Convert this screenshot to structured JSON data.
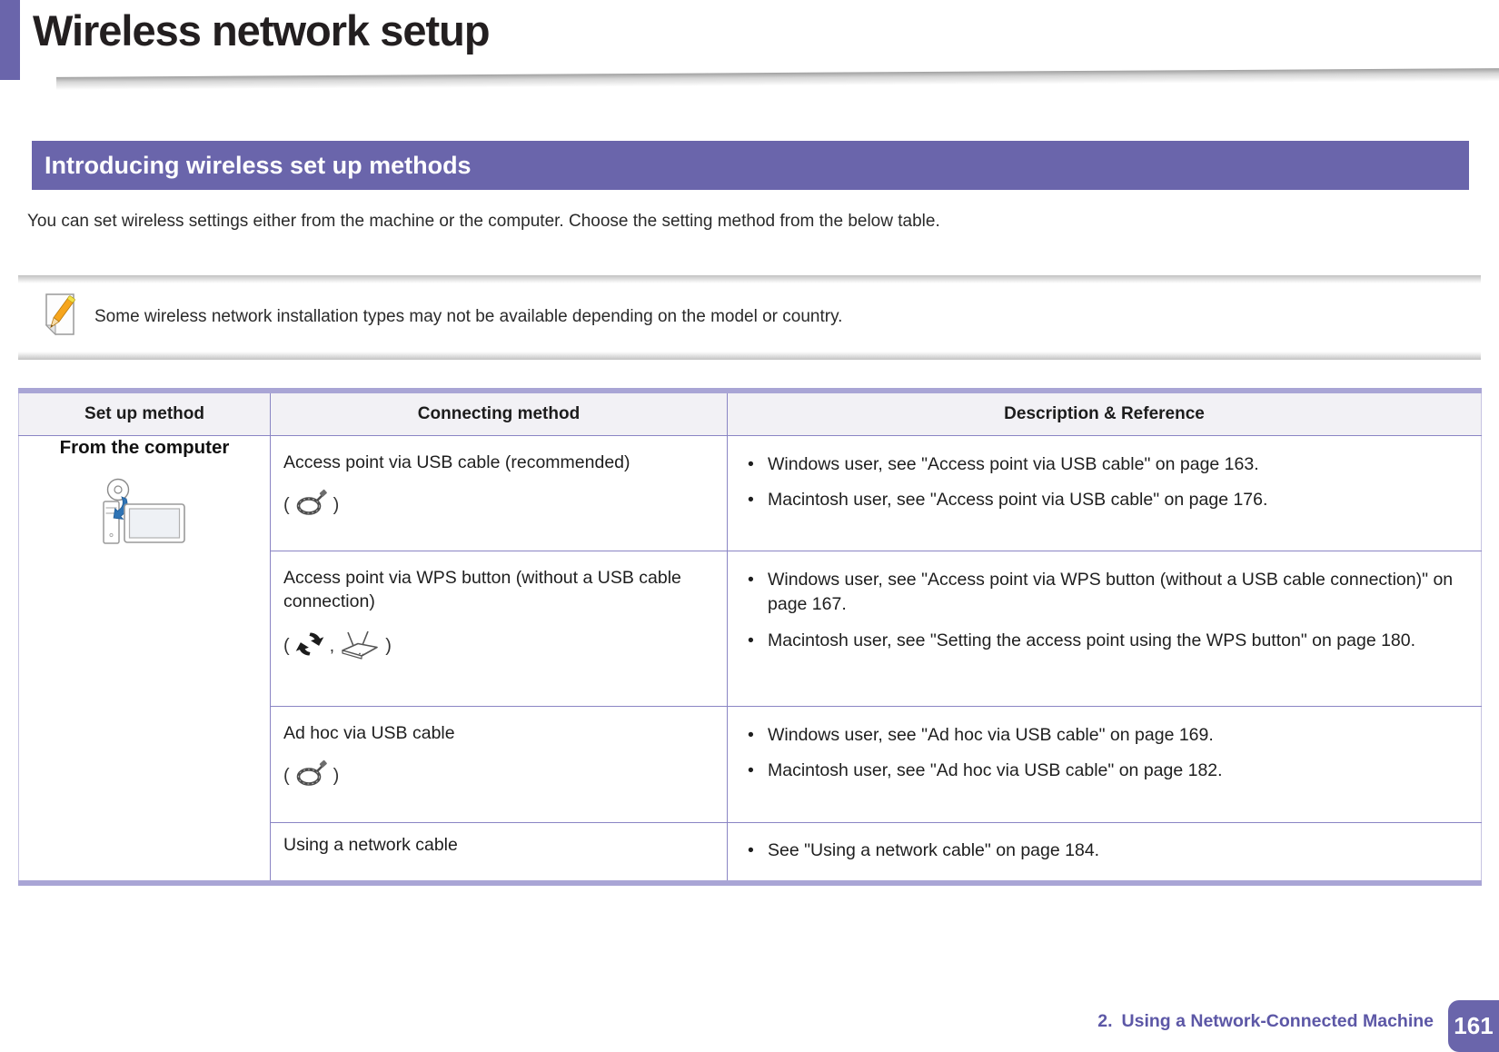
{
  "title": "Wireless network setup",
  "section": {
    "title": "Introducing wireless set up methods"
  },
  "intro": "You can set wireless settings either from the machine or the computer. Choose the setting method from the below table.",
  "note": {
    "text": "Some wireless network installation types may not be available depending on the model or country.",
    "icon": "note-pencil-icon"
  },
  "symbols": {
    "open_paren": "(",
    "close_paren": ")",
    "comma": ","
  },
  "table": {
    "headers": [
      "Set up method",
      "Connecting method",
      "Description & Reference"
    ],
    "group_label": "From the computer",
    "group_icon": "computer-with-cd-icon",
    "rows": [
      {
        "method": "Access point via USB cable (recommended)",
        "icons": [
          "usb-cable-icon"
        ],
        "bullets": [
          "Windows user, see \"Access point via USB cable\" on page 163.",
          "Macintosh user, see \"Access point via USB cable\" on page 176."
        ]
      },
      {
        "method": "Access point via WPS button (without a USB cable connection)",
        "icons": [
          "wps-button-icon",
          "wireless-router-icon"
        ],
        "bullets": [
          "Windows user, see \"Access point via WPS button (without a USB cable connection)\" on page 167.",
          "Macintosh user, see \"Setting the access point using the WPS button\" on page 180."
        ]
      },
      {
        "method": "Ad hoc via USB cable",
        "icons": [
          "usb-cable-icon"
        ],
        "bullets": [
          "Windows user, see \"Ad hoc via USB cable\" on page 169.",
          "Macintosh user, see \"Ad hoc via USB cable\" on page 182."
        ]
      },
      {
        "method": "Using a network cable",
        "icons": [],
        "bullets": [
          "See \"Using a network cable\" on page 184."
        ]
      }
    ]
  },
  "footer": {
    "chapter_number": "2.",
    "chapter_title": "Using a Network-Connected Machine",
    "page_number": "161"
  },
  "colors": {
    "accent_purple": "#6a65ab",
    "table_frame": "#a9a5d5",
    "table_grid": "#8a85c4",
    "header_row_bg": "#f2f1f5",
    "footer_text": "#5c57a6"
  }
}
